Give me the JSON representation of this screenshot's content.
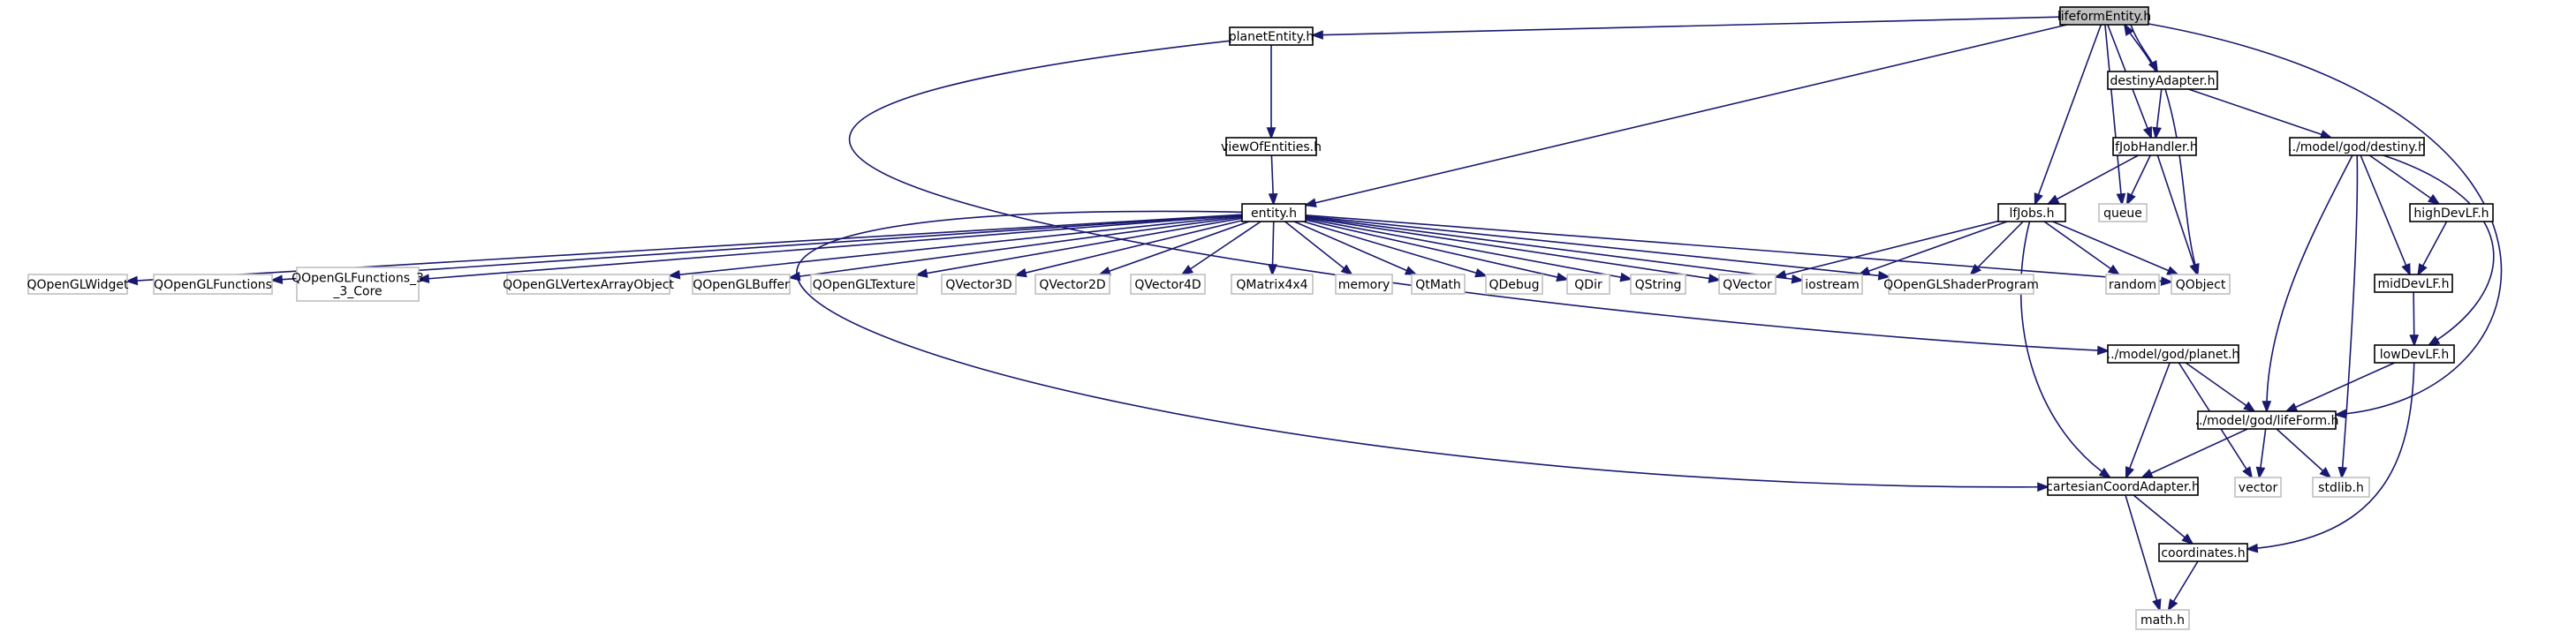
{
  "colors": {
    "edge": "#191970",
    "node_border": "#000000",
    "external_border": "#bfbfbf",
    "root_fill": "#bfbfbf",
    "text": "#000000"
  },
  "nodes": [
    {
      "id": "lifeformEntity",
      "label": "lifeformEntity.h",
      "kind": "root"
    },
    {
      "id": "planetEntity",
      "label": "planetEntity.h",
      "kind": "file"
    },
    {
      "id": "destinyAdapter",
      "label": "destinyAdapter.h",
      "kind": "file"
    },
    {
      "id": "viewOfEntities",
      "label": "viewOfEntities.h",
      "kind": "file"
    },
    {
      "id": "lfJobHandler",
      "label": "lfJobHandler.h",
      "kind": "file"
    },
    {
      "id": "destiny",
      "label": "../model/god/destiny.h",
      "kind": "file"
    },
    {
      "id": "entity",
      "label": "entity.h",
      "kind": "file"
    },
    {
      "id": "lfJobs",
      "label": "lfJobs.h",
      "kind": "file"
    },
    {
      "id": "queue",
      "label": "queue",
      "kind": "external"
    },
    {
      "id": "highDevLF",
      "label": "highDevLF.h",
      "kind": "file"
    },
    {
      "id": "QOpenGLWidget",
      "label": "QOpenGLWidget",
      "kind": "external"
    },
    {
      "id": "QOpenGLFunctions",
      "label": "QOpenGLFunctions",
      "kind": "external"
    },
    {
      "id": "QOpenGLFunctions33",
      "label": "QOpenGLFunctions_3\n_3_Core",
      "kind": "external"
    },
    {
      "id": "QOpenGLVertexArrayObject",
      "label": "QOpenGLVertexArrayObject",
      "kind": "external"
    },
    {
      "id": "QOpenGLBuffer",
      "label": "QOpenGLBuffer",
      "kind": "external"
    },
    {
      "id": "QOpenGLTexture",
      "label": "QOpenGLTexture",
      "kind": "external"
    },
    {
      "id": "QVector3D",
      "label": "QVector3D",
      "kind": "external"
    },
    {
      "id": "QVector2D",
      "label": "QVector2D",
      "kind": "external"
    },
    {
      "id": "QVector4D",
      "label": "QVector4D",
      "kind": "external"
    },
    {
      "id": "QMatrix4x4",
      "label": "QMatrix4x4",
      "kind": "external"
    },
    {
      "id": "memory",
      "label": "memory",
      "kind": "external"
    },
    {
      "id": "QtMath",
      "label": "QtMath",
      "kind": "external"
    },
    {
      "id": "QDebug",
      "label": "QDebug",
      "kind": "external"
    },
    {
      "id": "QDir",
      "label": "QDir",
      "kind": "external"
    },
    {
      "id": "QString",
      "label": "QString",
      "kind": "external"
    },
    {
      "id": "QVector",
      "label": "QVector",
      "kind": "external"
    },
    {
      "id": "iostream",
      "label": "iostream",
      "kind": "external"
    },
    {
      "id": "QOpenGLShaderProgram",
      "label": "QOpenGLShaderProgram",
      "kind": "external"
    },
    {
      "id": "random",
      "label": "random",
      "kind": "external"
    },
    {
      "id": "QObject",
      "label": "QObject",
      "kind": "external"
    },
    {
      "id": "midDevLF",
      "label": "midDevLF.h",
      "kind": "file"
    },
    {
      "id": "lowDevLF",
      "label": "lowDevLF.h",
      "kind": "file"
    },
    {
      "id": "planet",
      "label": "../model/god/planet.h",
      "kind": "file"
    },
    {
      "id": "lifeForm",
      "label": "../model/god/lifeForm.h",
      "kind": "file"
    },
    {
      "id": "cartesianCoordAdapter",
      "label": "cartesianCoordAdapter.h",
      "kind": "file"
    },
    {
      "id": "vector",
      "label": "vector",
      "kind": "external"
    },
    {
      "id": "stdlib",
      "label": "stdlib.h",
      "kind": "external"
    },
    {
      "id": "coordinates",
      "label": "coordinates.h",
      "kind": "file"
    },
    {
      "id": "math",
      "label": "math.h",
      "kind": "external"
    }
  ],
  "edges": [
    [
      "lifeformEntity",
      "planetEntity"
    ],
    [
      "lifeformEntity",
      "entity"
    ],
    [
      "lifeformEntity",
      "destinyAdapter"
    ],
    [
      "lifeformEntity",
      "lfJobHandler"
    ],
    [
      "lifeformEntity",
      "lfJobs"
    ],
    [
      "lifeformEntity",
      "queue"
    ],
    [
      "lifeformEntity",
      "lifeForm"
    ],
    [
      "destinyAdapter",
      "lifeformEntity"
    ],
    [
      "destinyAdapter",
      "lfJobHandler"
    ],
    [
      "destinyAdapter",
      "destiny"
    ],
    [
      "destinyAdapter",
      "QObject"
    ],
    [
      "planetEntity",
      "viewOfEntities"
    ],
    [
      "planetEntity",
      "planet"
    ],
    [
      "viewOfEntities",
      "entity"
    ],
    [
      "lfJobHandler",
      "lfJobs"
    ],
    [
      "lfJobHandler",
      "queue"
    ],
    [
      "lfJobHandler",
      "QObject"
    ],
    [
      "destiny",
      "highDevLF"
    ],
    [
      "destiny",
      "midDevLF"
    ],
    [
      "destiny",
      "lowDevLF"
    ],
    [
      "destiny",
      "lifeForm"
    ],
    [
      "destiny",
      "stdlib"
    ],
    [
      "highDevLF",
      "midDevLF"
    ],
    [
      "midDevLF",
      "lowDevLF"
    ],
    [
      "lowDevLF",
      "lifeForm"
    ],
    [
      "lowDevLF",
      "coordinates"
    ],
    [
      "entity",
      "QOpenGLWidget"
    ],
    [
      "entity",
      "QOpenGLFunctions"
    ],
    [
      "entity",
      "QOpenGLFunctions33"
    ],
    [
      "entity",
      "QOpenGLVertexArrayObject"
    ],
    [
      "entity",
      "QOpenGLBuffer"
    ],
    [
      "entity",
      "QOpenGLTexture"
    ],
    [
      "entity",
      "QVector3D"
    ],
    [
      "entity",
      "QVector2D"
    ],
    [
      "entity",
      "QVector4D"
    ],
    [
      "entity",
      "QMatrix4x4"
    ],
    [
      "entity",
      "memory"
    ],
    [
      "entity",
      "QtMath"
    ],
    [
      "entity",
      "QDebug"
    ],
    [
      "entity",
      "QDir"
    ],
    [
      "entity",
      "QString"
    ],
    [
      "entity",
      "QVector"
    ],
    [
      "entity",
      "iostream"
    ],
    [
      "entity",
      "QOpenGLShaderProgram"
    ],
    [
      "entity",
      "QObject"
    ],
    [
      "entity",
      "cartesianCoordAdapter"
    ],
    [
      "lfJobs",
      "QVector"
    ],
    [
      "lfJobs",
      "iostream"
    ],
    [
      "lfJobs",
      "QOpenGLShaderProgram"
    ],
    [
      "lfJobs",
      "random"
    ],
    [
      "lfJobs",
      "QObject"
    ],
    [
      "lfJobs",
      "cartesianCoordAdapter"
    ],
    [
      "planet",
      "cartesianCoordAdapter"
    ],
    [
      "planet",
      "vector"
    ],
    [
      "planet",
      "lifeForm"
    ],
    [
      "lifeForm",
      "cartesianCoordAdapter"
    ],
    [
      "lifeForm",
      "vector"
    ],
    [
      "lifeForm",
      "stdlib"
    ],
    [
      "cartesianCoordAdapter",
      "coordinates"
    ],
    [
      "cartesianCoordAdapter",
      "math"
    ],
    [
      "coordinates",
      "math"
    ]
  ]
}
